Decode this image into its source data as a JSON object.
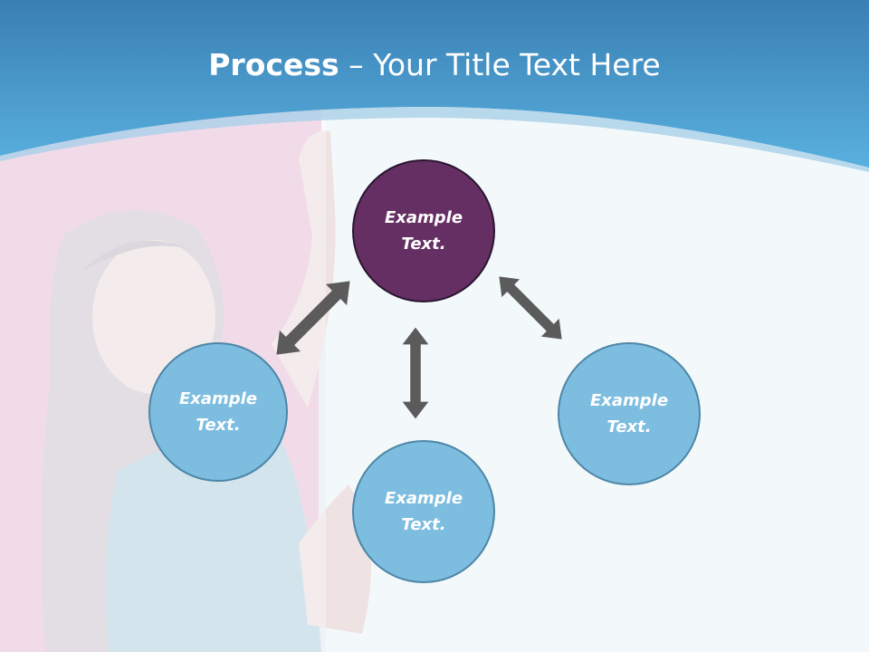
{
  "slide": {
    "title_bold": "Process",
    "title_sep": " – ",
    "title_rest": "Your Title Text Here"
  },
  "nodes": {
    "top": "Example\nText.",
    "left": "Example\nText.",
    "bottom": "Example\nText.",
    "right": "Example\nText."
  },
  "colors": {
    "header": "#3b8ec7",
    "node_primary": "#652f63",
    "node_secondary": "#7dbde0",
    "arrow": "#5b5b5b"
  }
}
